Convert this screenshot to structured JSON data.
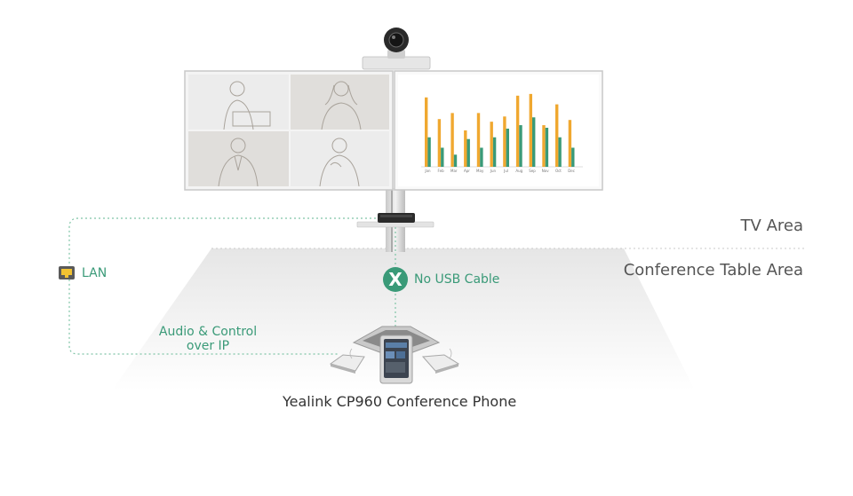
{
  "labels": {
    "tv_area": "TV Area",
    "conference_table_area": "Conference Table Area",
    "lan": "LAN",
    "audio_control_line1": "Audio & Control",
    "audio_control_line2": "over IP",
    "no_usb_cable": "No USB Cable",
    "no_usb_icon": "X",
    "caption": "Yealink CP960 Conference Phone"
  },
  "screen_chart": {
    "months": [
      "Jan",
      "Feb",
      "Mar",
      "Apr",
      "May",
      "Jun",
      "Jul",
      "Aug",
      "Sep",
      "Nov",
      "Oct",
      "Dec"
    ],
    "orange": [
      80,
      55,
      62,
      42,
      62,
      52,
      58,
      82,
      84,
      48,
      72,
      54
    ],
    "green": [
      34,
      22,
      14,
      32,
      22,
      34,
      44,
      48,
      57,
      45,
      34,
      22
    ],
    "ylim": [
      0,
      90
    ]
  },
  "colors": {
    "accent": "#3a9a78",
    "bar_orange": "#f0a830",
    "bar_green": "#3a9a78",
    "dotted_line": "#7fc4a6",
    "text_dark": "#333333"
  }
}
